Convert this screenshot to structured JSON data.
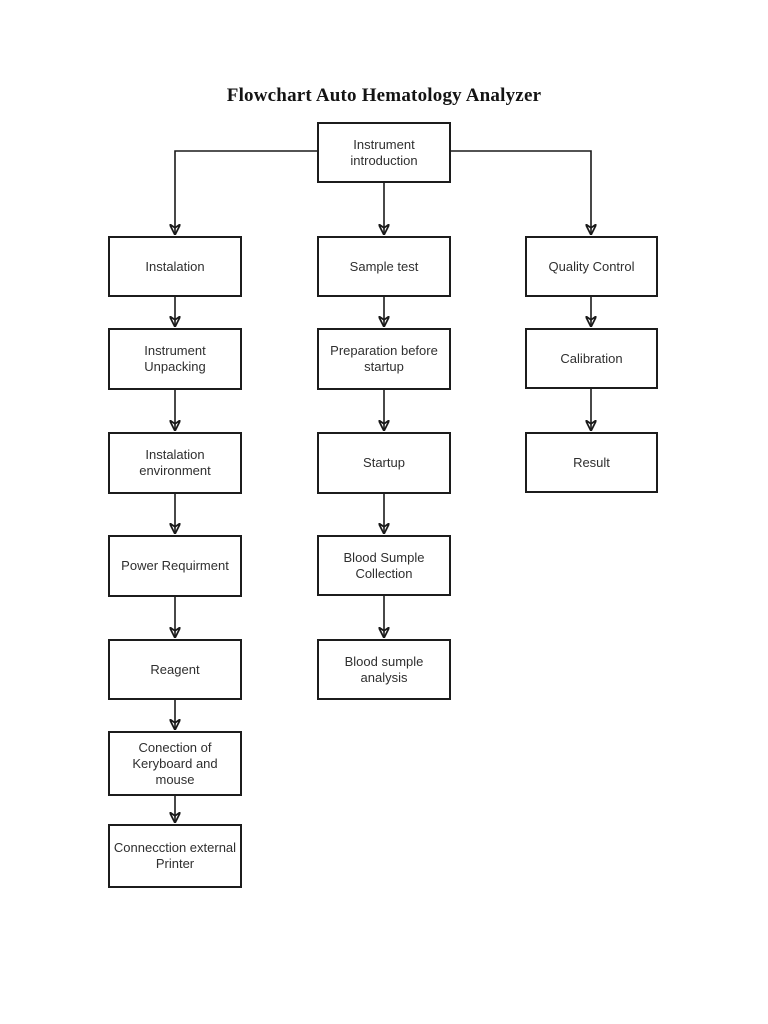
{
  "title": "Flowchart Auto Hematology Analyzer",
  "root_label": "Instrument\nintroduction",
  "columns": {
    "left": [
      "Instalation",
      "Instrument\nUnpacking",
      "Instalation\nenvironment",
      "Power Requirment",
      "Reagent",
      "Conection of\nKeryboard and\nmouse",
      "Connecction external\nPrinter"
    ],
    "middle": [
      "Sample test",
      "Preparation before\nstartup",
      "Startup",
      "Blood Sumple\nCollection",
      "Blood sumple\nanalysis"
    ],
    "right": [
      "Quality Control",
      "Calibration",
      "Result"
    ]
  },
  "colors": {
    "background": "#ffffff",
    "line": "#1a1a1a",
    "box_border": "#1c1c1c",
    "text": "#2f2f2f",
    "title_text": "#141414"
  }
}
